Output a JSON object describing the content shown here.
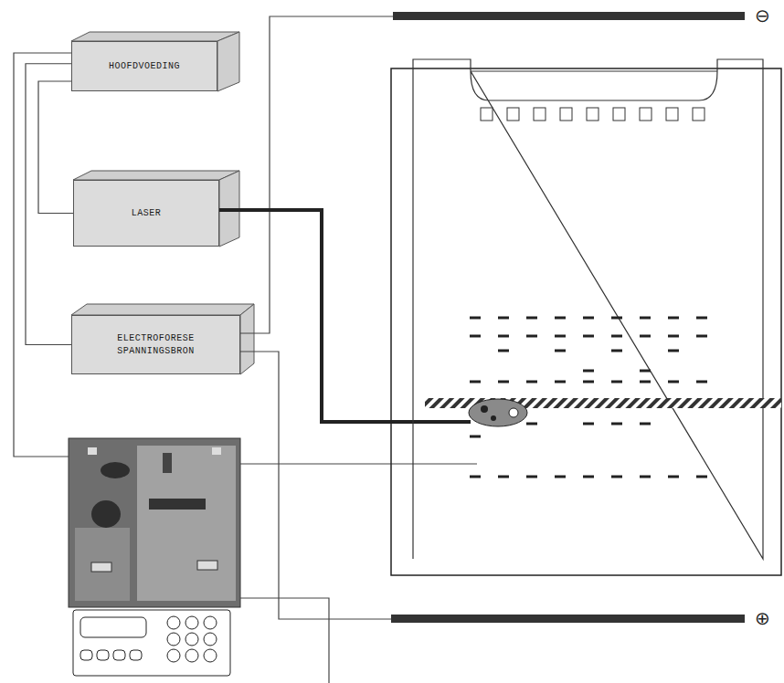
{
  "diagram": {
    "nodes": [
      {
        "text": [
          "HOOFDVOEDING"
        ]
      },
      {
        "text": [
          "LASER"
        ]
      },
      {
        "text": [
          "ELECTROFORESE SPANNINGSBRON"
        ]
      }
    ],
    "edges": [
      {
        "from": 0,
        "to": 1,
        "arrow": "none"
      },
      {
        "from": 0,
        "to": 2,
        "arrow": "none"
      }
    ],
    "labels": [
      "⊖",
      "⊕"
    ]
  }
}
